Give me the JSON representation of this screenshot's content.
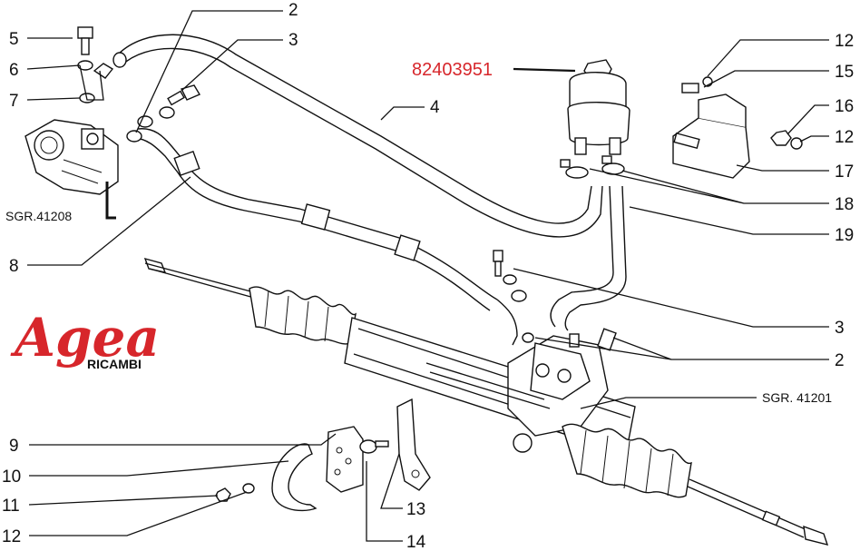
{
  "brand": {
    "name": "Agea",
    "sub": "RICAMBI",
    "color": "#d7262b"
  },
  "part_number": "82403951",
  "references": {
    "pump": "SGR.41208",
    "rack": "SGR. 41201"
  },
  "callouts": [
    {
      "id": "c5",
      "text": "5"
    },
    {
      "id": "c6",
      "text": "6"
    },
    {
      "id": "c7",
      "text": "7"
    },
    {
      "id": "c2-top",
      "text": "2"
    },
    {
      "id": "c3-top",
      "text": "3"
    },
    {
      "id": "c4",
      "text": "4"
    },
    {
      "id": "c8",
      "text": "8"
    },
    {
      "id": "c12-top",
      "text": "12"
    },
    {
      "id": "c15",
      "text": "15"
    },
    {
      "id": "c16",
      "text": "16"
    },
    {
      "id": "c12-mid",
      "text": "12"
    },
    {
      "id": "c17",
      "text": "17"
    },
    {
      "id": "c18",
      "text": "18"
    },
    {
      "id": "c19",
      "text": "19"
    },
    {
      "id": "c3-mid",
      "text": "3"
    },
    {
      "id": "c2-mid",
      "text": "2"
    },
    {
      "id": "c9",
      "text": "9"
    },
    {
      "id": "c10",
      "text": "10"
    },
    {
      "id": "c11",
      "text": "11"
    },
    {
      "id": "c12-bot",
      "text": "12"
    },
    {
      "id": "c13",
      "text": "13"
    },
    {
      "id": "c14",
      "text": "14"
    }
  ]
}
